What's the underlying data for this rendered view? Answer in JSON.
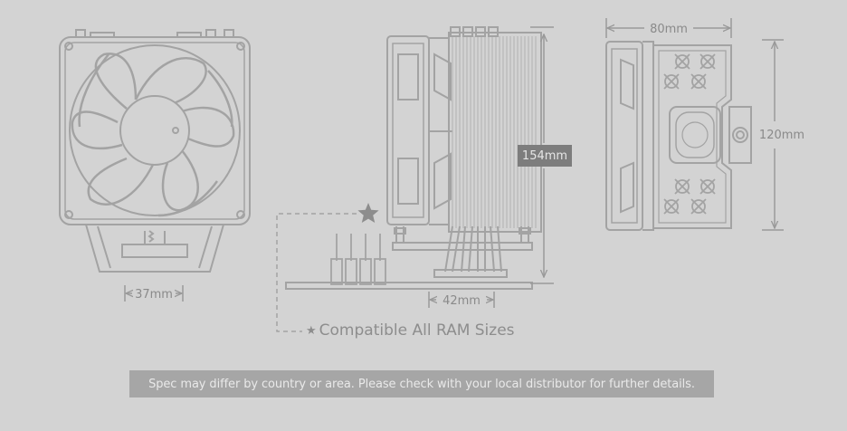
{
  "dimensions": {
    "fan_depth": "37mm",
    "height": "154mm",
    "base_width": "42mm",
    "width": "80mm",
    "depth": "120mm"
  },
  "ram_note": {
    "icon": "star-icon",
    "text": "Compatible All RAM Sizes"
  },
  "disclaimer": "Spec may differ by country or area. Please check with your local distributor for further details.",
  "colors": {
    "background": "#d3d3d3",
    "line": "#a0a0a0",
    "label_box": "#7d7d7d",
    "disclaimer_bg": "#a6a6a6"
  }
}
